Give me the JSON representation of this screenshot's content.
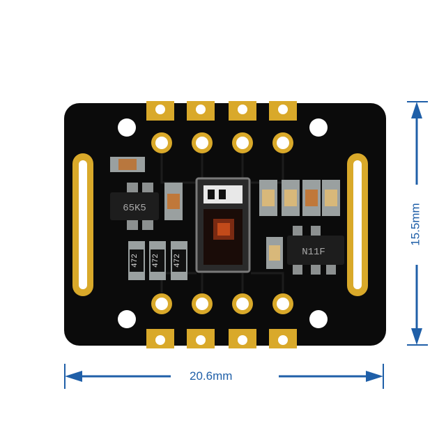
{
  "dimensions": {
    "width_label": "20.6mm",
    "height_label": "15.5mm"
  },
  "board": {
    "resistor_markings": [
      "472",
      "472",
      "472"
    ],
    "ic_left_marking": "65K5",
    "ic_right_marking": "N11F"
  },
  "colors": {
    "pcb": "#0b0b0b",
    "gold": "#d9a92a",
    "dimension_blue": "#1f5fa8",
    "background": "#ffffff"
  }
}
